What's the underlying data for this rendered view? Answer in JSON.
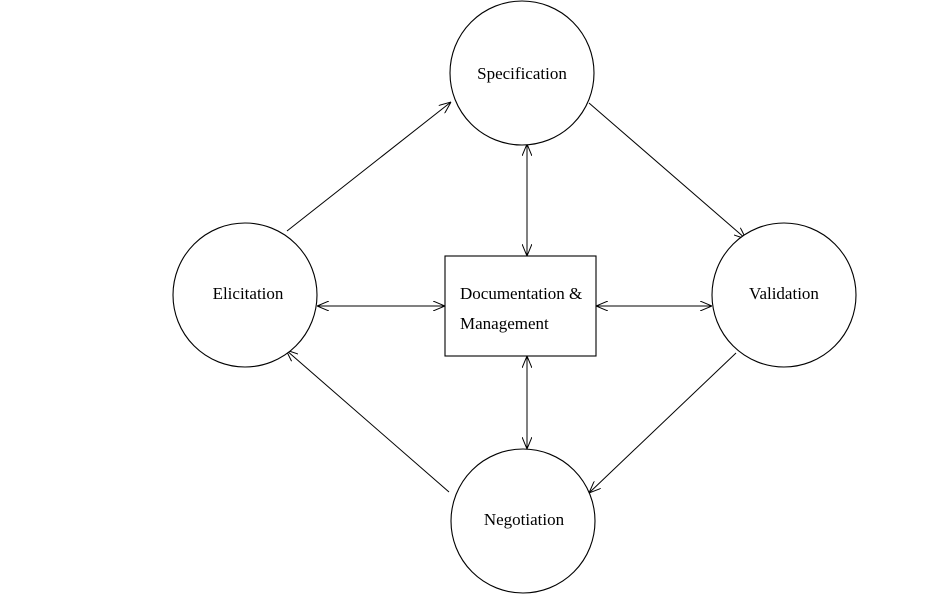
{
  "diagram": {
    "colors": {
      "stroke": "#000000",
      "fill": "#ffffff",
      "text": "#000000"
    },
    "nodes": {
      "specification": {
        "shape": "circle",
        "label": "Specification"
      },
      "elicitation": {
        "shape": "circle",
        "label": "Elicitation"
      },
      "validation": {
        "shape": "circle",
        "label": "Validation"
      },
      "negotiation": {
        "shape": "circle",
        "label": "Negotiation"
      },
      "documentation": {
        "shape": "rectangle",
        "label_line1": "Documentation &",
        "label_line2": "Management"
      }
    },
    "edges": [
      {
        "from": "elicitation",
        "to": "specification",
        "direction": "forward"
      },
      {
        "from": "specification",
        "to": "validation",
        "direction": "forward"
      },
      {
        "from": "validation",
        "to": "negotiation",
        "direction": "forward"
      },
      {
        "from": "negotiation",
        "to": "elicitation",
        "direction": "forward"
      },
      {
        "from": "specification",
        "to": "documentation",
        "direction": "both"
      },
      {
        "from": "elicitation",
        "to": "documentation",
        "direction": "both"
      },
      {
        "from": "documentation",
        "to": "validation",
        "direction": "both"
      },
      {
        "from": "documentation",
        "to": "negotiation",
        "direction": "both"
      }
    ]
  }
}
